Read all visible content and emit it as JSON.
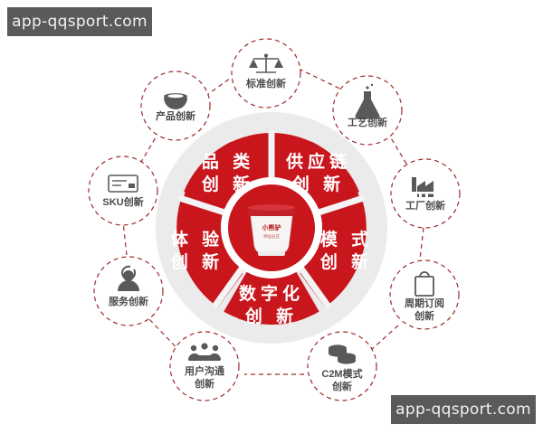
{
  "watermarks": {
    "top": "app-qqsport.com",
    "bottom": "app-qqsport.com"
  },
  "colors": {
    "wheel_red": "#c9161d",
    "wheel_red_light": "#d52027",
    "ring_gray": "#ebebeb",
    "dash_red": "#9e2b2b",
    "icon_gray": "#58595b",
    "label_gray": "#4a4a4a",
    "watermark_bg": "#5a5a5a",
    "watermark_text": "#f2f2f2",
    "background": "#ffffff"
  },
  "center": {
    "product_name": "小熊驴",
    "product_sub": "神仙豆花",
    "lid_color": "#c0232a",
    "body_color": "#f7f5f3"
  },
  "wheel": {
    "segments": [
      {
        "id": "category",
        "line1": "品 类",
        "line2": "创 新"
      },
      {
        "id": "supply",
        "line1": "供应链",
        "line2": "创  新"
      },
      {
        "id": "mode",
        "line1": "模 式",
        "line2": "创 新"
      },
      {
        "id": "digital",
        "line1": "数字化",
        "line2": "创  新"
      },
      {
        "id": "experience",
        "line1": "体 验",
        "line2": "创 新"
      }
    ]
  },
  "bubbles": [
    {
      "id": "product",
      "icon": "bowl-icon",
      "line1": "产品创新",
      "line2": ""
    },
    {
      "id": "standard",
      "icon": "scale-icon",
      "line1": "标准创新",
      "line2": ""
    },
    {
      "id": "craft",
      "icon": "flask-icon",
      "line1": "工艺创新",
      "line2": ""
    },
    {
      "id": "factory",
      "icon": "factory-icon",
      "line1": "工厂创新",
      "line2": ""
    },
    {
      "id": "subscription",
      "icon": "bag-icon",
      "line1": "周期订阅",
      "line2": "创新"
    },
    {
      "id": "c2m",
      "icon": "coins-icon",
      "line1": "C2M模式",
      "line2": "创新"
    },
    {
      "id": "usercomm",
      "icon": "people-icon",
      "line1": "用户沟通",
      "line2": "创新"
    },
    {
      "id": "service",
      "icon": "headset-icon",
      "line1": "服务创新",
      "line2": ""
    },
    {
      "id": "sku",
      "icon": "list-icon",
      "line1": "SKU创新",
      "line2": ""
    }
  ]
}
